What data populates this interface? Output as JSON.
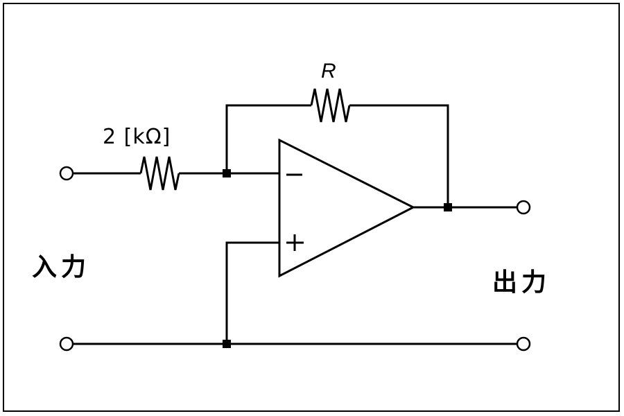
{
  "labels": {
    "feedback_resistor": "R",
    "input_resistor": "2 [kΩ]",
    "input": "入力",
    "output": "出力"
  },
  "opamp": {
    "inverting_sign": "−",
    "noninverting_sign": "+"
  }
}
